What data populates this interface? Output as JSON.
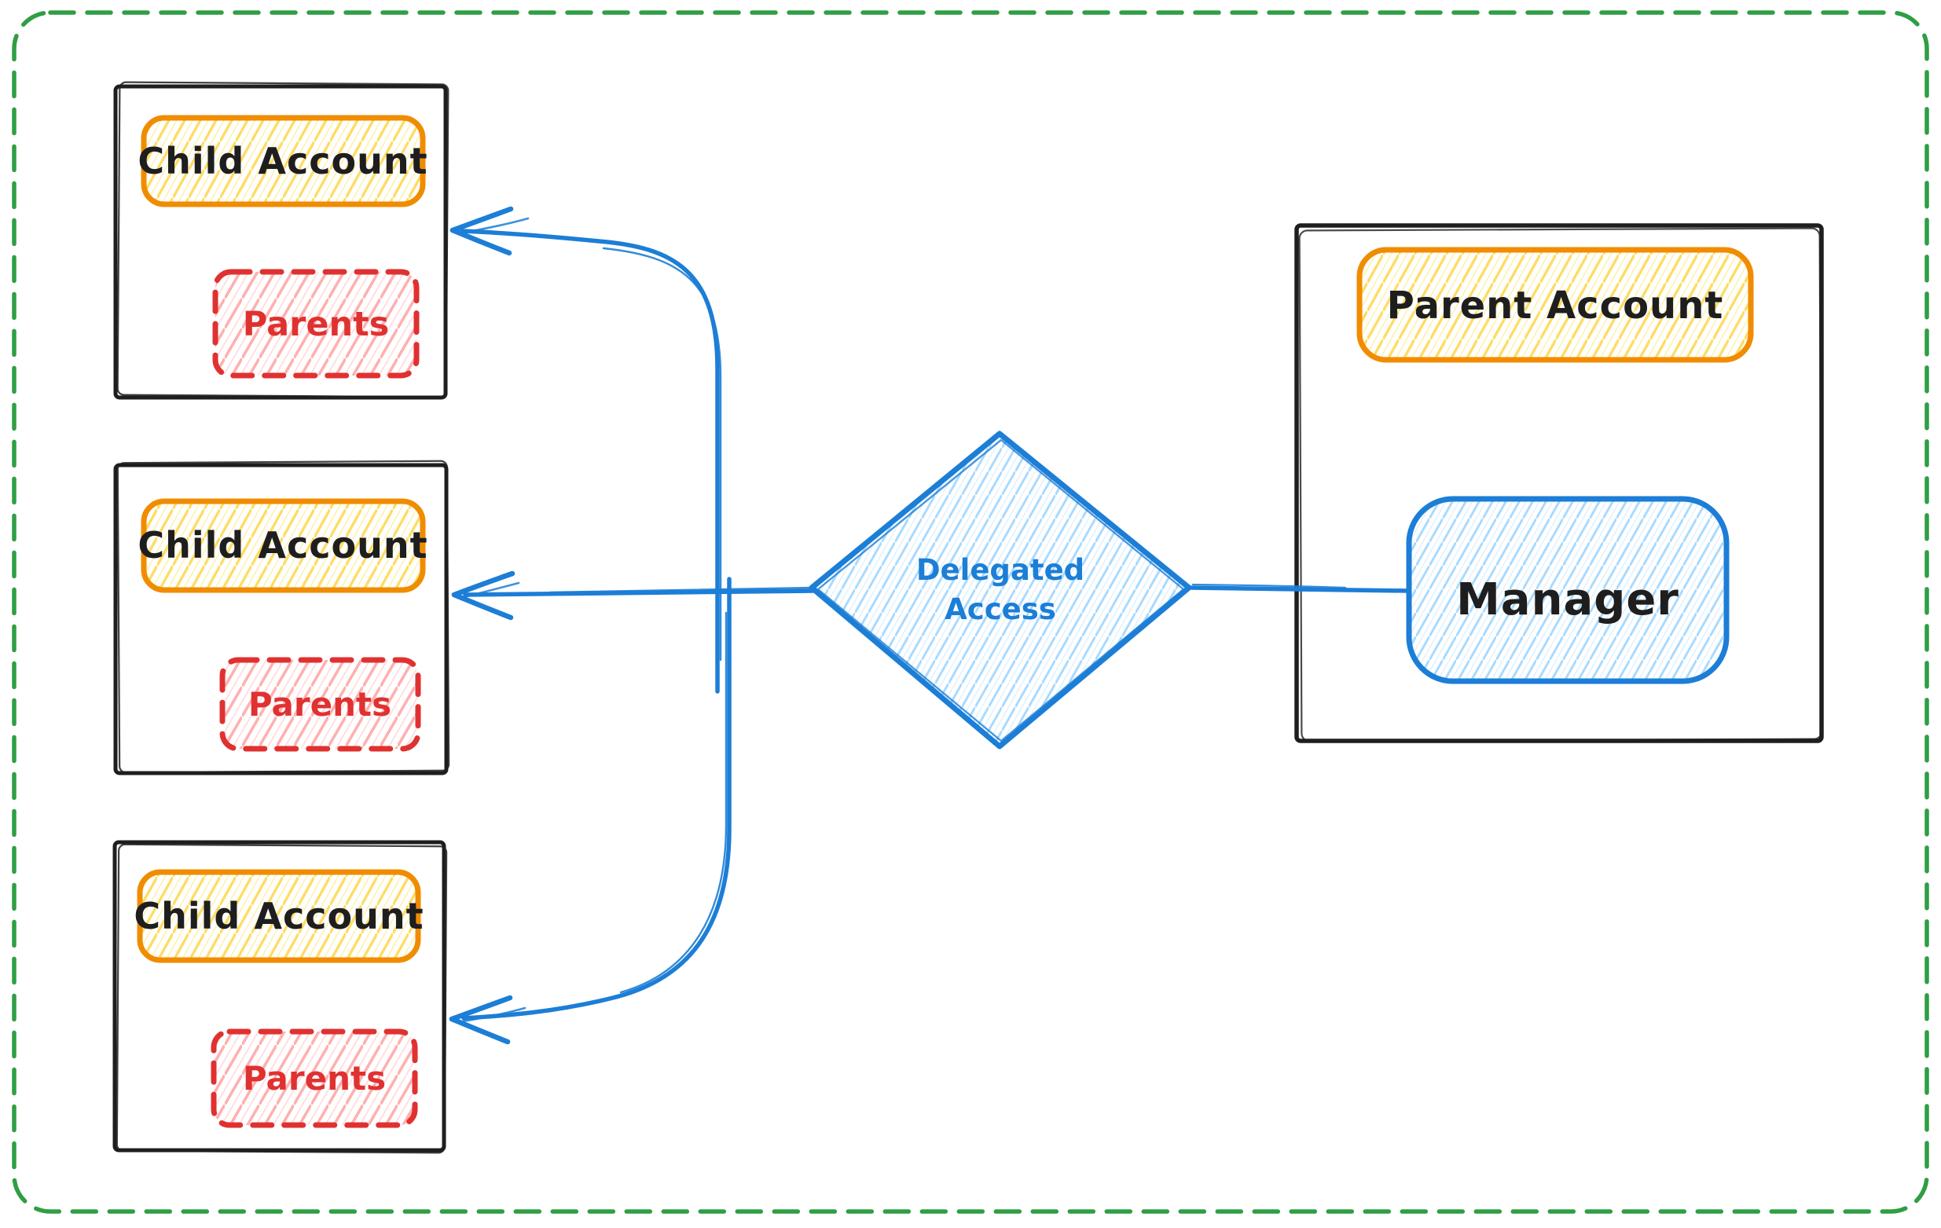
{
  "diagram": {
    "child_accounts": [
      {
        "title": "Child Account",
        "member": "Parents"
      },
      {
        "title": "Child Account",
        "member": "Parents"
      },
      {
        "title": "Child Account",
        "member": "Parents"
      }
    ],
    "parent_account": {
      "title": "Parent Account",
      "member": "Manager"
    },
    "decision": {
      "line1": "Delegated",
      "line2": "Access"
    },
    "colors": {
      "black": "#1e1e1e",
      "orange": "#f08c00",
      "yellow_hatch": "#ffd43b",
      "yellow_hatch_light": "#ffec99",
      "red": "#e03131",
      "pink_hatch": "#ffa8a8",
      "pink_hatch_light": "#ffc9c9",
      "blue": "#1c7ed6",
      "light_blue_hatch": "#a5d8ff",
      "light_blue_hatch_light": "#d0ebff",
      "green": "#2f9e44",
      "background": "#ffffff"
    }
  }
}
